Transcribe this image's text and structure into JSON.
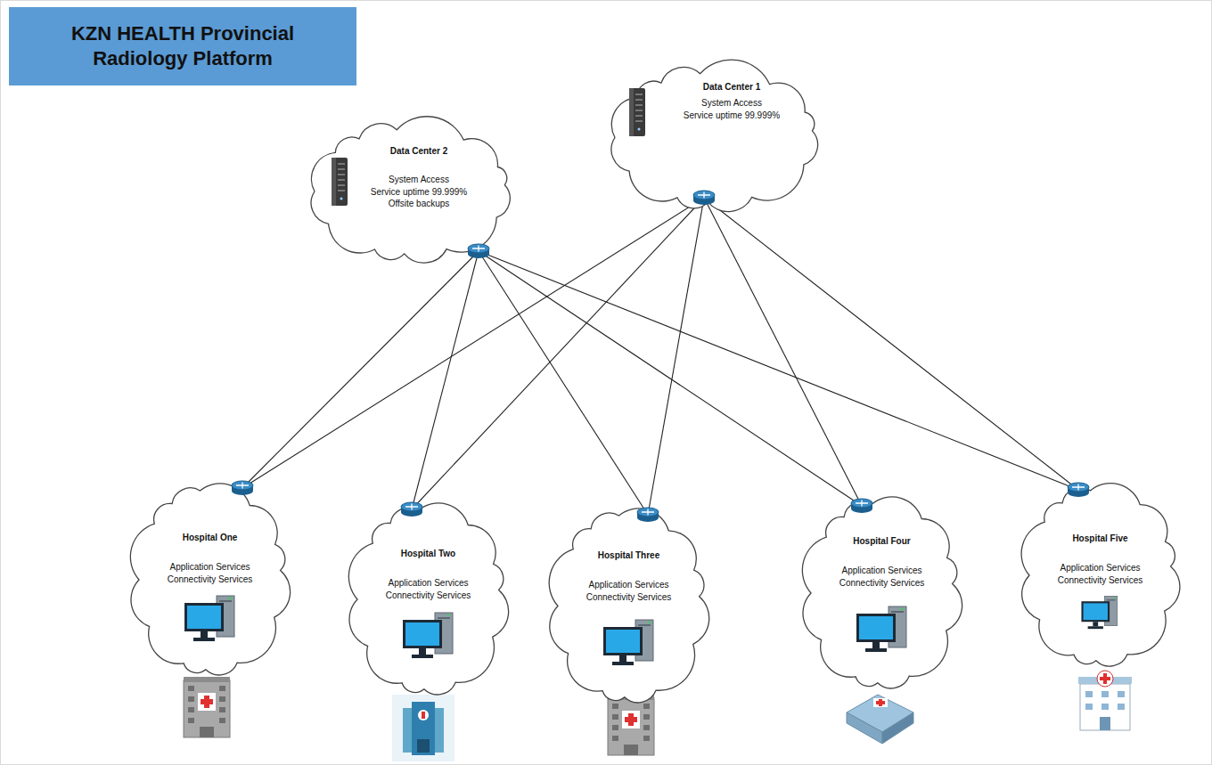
{
  "diagram": {
    "title": "KZN HEALTH Provincial Radiology Platform",
    "nodes": [
      {
        "text": [
          "Data Center 2",
          "System Access",
          "Service uptime 99.999%",
          "Offsite backups"
        ]
      },
      {
        "text": [
          "Data Center 1",
          "System Access",
          "Service uptime 99.999%"
        ]
      },
      {
        "text": [
          "Hospital One",
          "Application Services",
          "Connectivity Services"
        ]
      },
      {
        "text": [
          "Hospital Two",
          "Application Services",
          "Connectivity Services"
        ]
      },
      {
        "text": [
          "Hospital Three",
          "Application Services",
          "Connectivity Services"
        ]
      },
      {
        "text": [
          "Hospital Four",
          "Application Services",
          "Connectivity Services"
        ]
      },
      {
        "text": [
          "Hospital Five",
          "Application Services",
          "Connectivity Services"
        ]
      }
    ],
    "edges": [
      {
        "from": 0,
        "to": 2,
        "arrow": "none"
      },
      {
        "from": 0,
        "to": 3,
        "arrow": "none"
      },
      {
        "from": 0,
        "to": 4,
        "arrow": "none"
      },
      {
        "from": 0,
        "to": 5,
        "arrow": "none"
      },
      {
        "from": 0,
        "to": 6,
        "arrow": "none"
      },
      {
        "from": 1,
        "to": 2,
        "arrow": "none"
      },
      {
        "from": 1,
        "to": 3,
        "arrow": "none"
      },
      {
        "from": 1,
        "to": 4,
        "arrow": "none"
      },
      {
        "from": 1,
        "to": 5,
        "arrow": "none"
      },
      {
        "from": 1,
        "to": 6,
        "arrow": "none"
      }
    ]
  }
}
